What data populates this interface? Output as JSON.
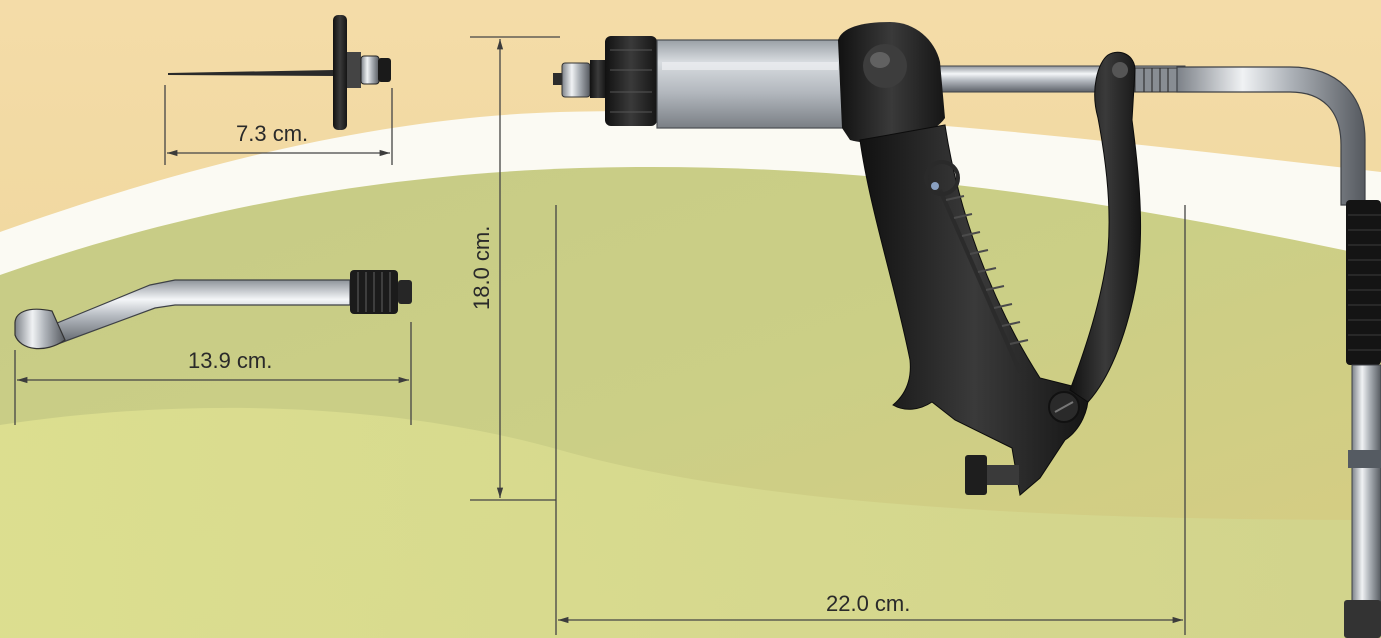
{
  "dimensions": {
    "needle_length": "7.3 cm.",
    "tube_length": "13.9 cm.",
    "height": "18.0 cm.",
    "width": "22.0 cm."
  },
  "colors": {
    "background_top": "#f3dba6",
    "background_bottom": "#c9cf86",
    "white_band": "#fbfaf4",
    "gun_body": "#1c1c1c",
    "chrome": "#c8cdd3",
    "dimension_line": "#444444"
  }
}
